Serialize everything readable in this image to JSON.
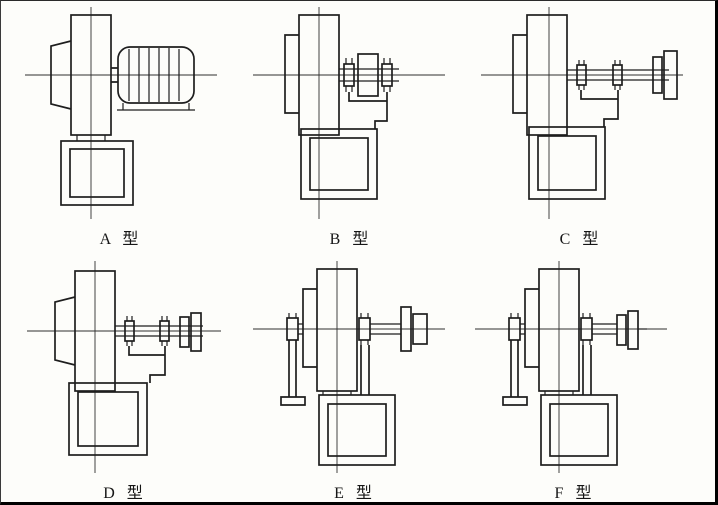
{
  "page": {
    "background": "#fdfdfa",
    "line_color": "#1e1e1e",
    "description_visible_text_only": true
  },
  "diagrams": [
    {
      "id": "type-a",
      "label": "A 型"
    },
    {
      "id": "type-b",
      "label": "B 型"
    },
    {
      "id": "type-c",
      "label": "C 型"
    },
    {
      "id": "type-d",
      "label": "D 型"
    },
    {
      "id": "type-e",
      "label": "E 型"
    },
    {
      "id": "type-f",
      "label": "F 型"
    }
  ]
}
